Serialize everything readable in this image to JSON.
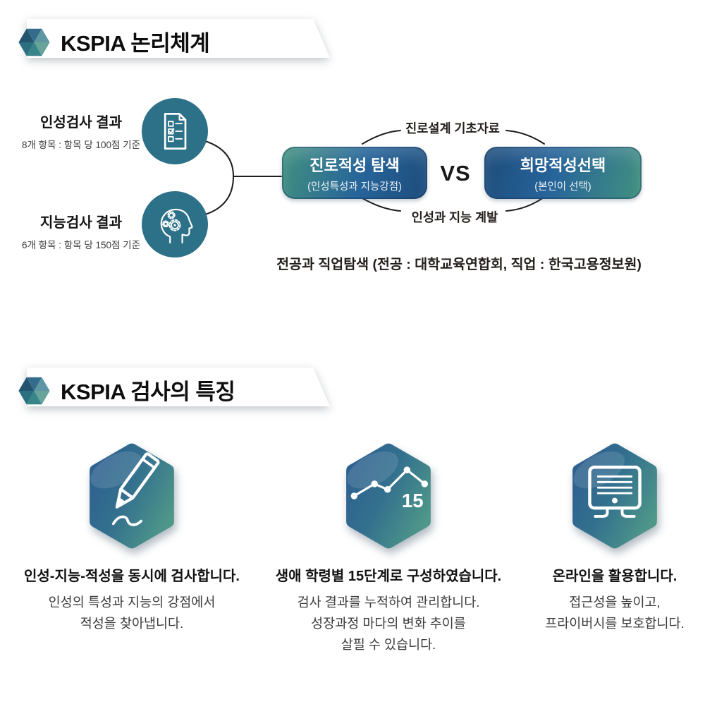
{
  "colors": {
    "circle_teal": "#2D7189",
    "gradient_green": "#42917F",
    "gradient_blue": "#1D4C7B",
    "hex_blue": "#2E6190",
    "hex_teal": "#4E9789"
  },
  "icons": {
    "logo": "hexagon-gem-icon",
    "input1": "checklist-icon",
    "input2": "head-gears-icon",
    "feature1": "pencil-icon",
    "feature2": "line-chart-icon",
    "feature3": "monitor-icon"
  },
  "section1": {
    "title": "KSPIA 논리체계",
    "inputs": [
      {
        "title": "인성검사 결과",
        "subtitle": "8개 항목 : 항목 당 100점 기준"
      },
      {
        "title": "지능검사 결과",
        "subtitle": "6개 항목 : 항목 당 150점 기준"
      }
    ],
    "compare": {
      "left": {
        "title": "진로적성 탐색",
        "subtitle": "(인성특성과 지능강점)"
      },
      "vs": "VS",
      "right": {
        "title": "희망적성선택",
        "subtitle": "(본인이 선택)"
      },
      "top_label": "진로설계 기초자료",
      "bottom_label": "인성과 지능 계발"
    },
    "footnote": "전공과 직업탐색 (전공 : 대학교육연합회, 직업 : 한국고용정보원)"
  },
  "section2": {
    "title": "KSPIA 검사의 특징",
    "features": [
      {
        "heading": "인성-지능-적성을 동시에 검사합니다.",
        "lines": [
          "인성의 특성과 지능의 강점에서",
          "적성을 찾아냅니다."
        ]
      },
      {
        "heading": "생애 학령별 15단계로 구성하였습니다.",
        "badge": "15",
        "lines": [
          "검사 결과를 누적하여 관리합니다.",
          "성장과정 마다의 변화 추이를",
          "살필 수 있습니다."
        ]
      },
      {
        "heading": "온라인을 활용합니다.",
        "lines": [
          "접근성을 높이고,",
          "프라이버시를 보호합니다."
        ]
      }
    ]
  }
}
